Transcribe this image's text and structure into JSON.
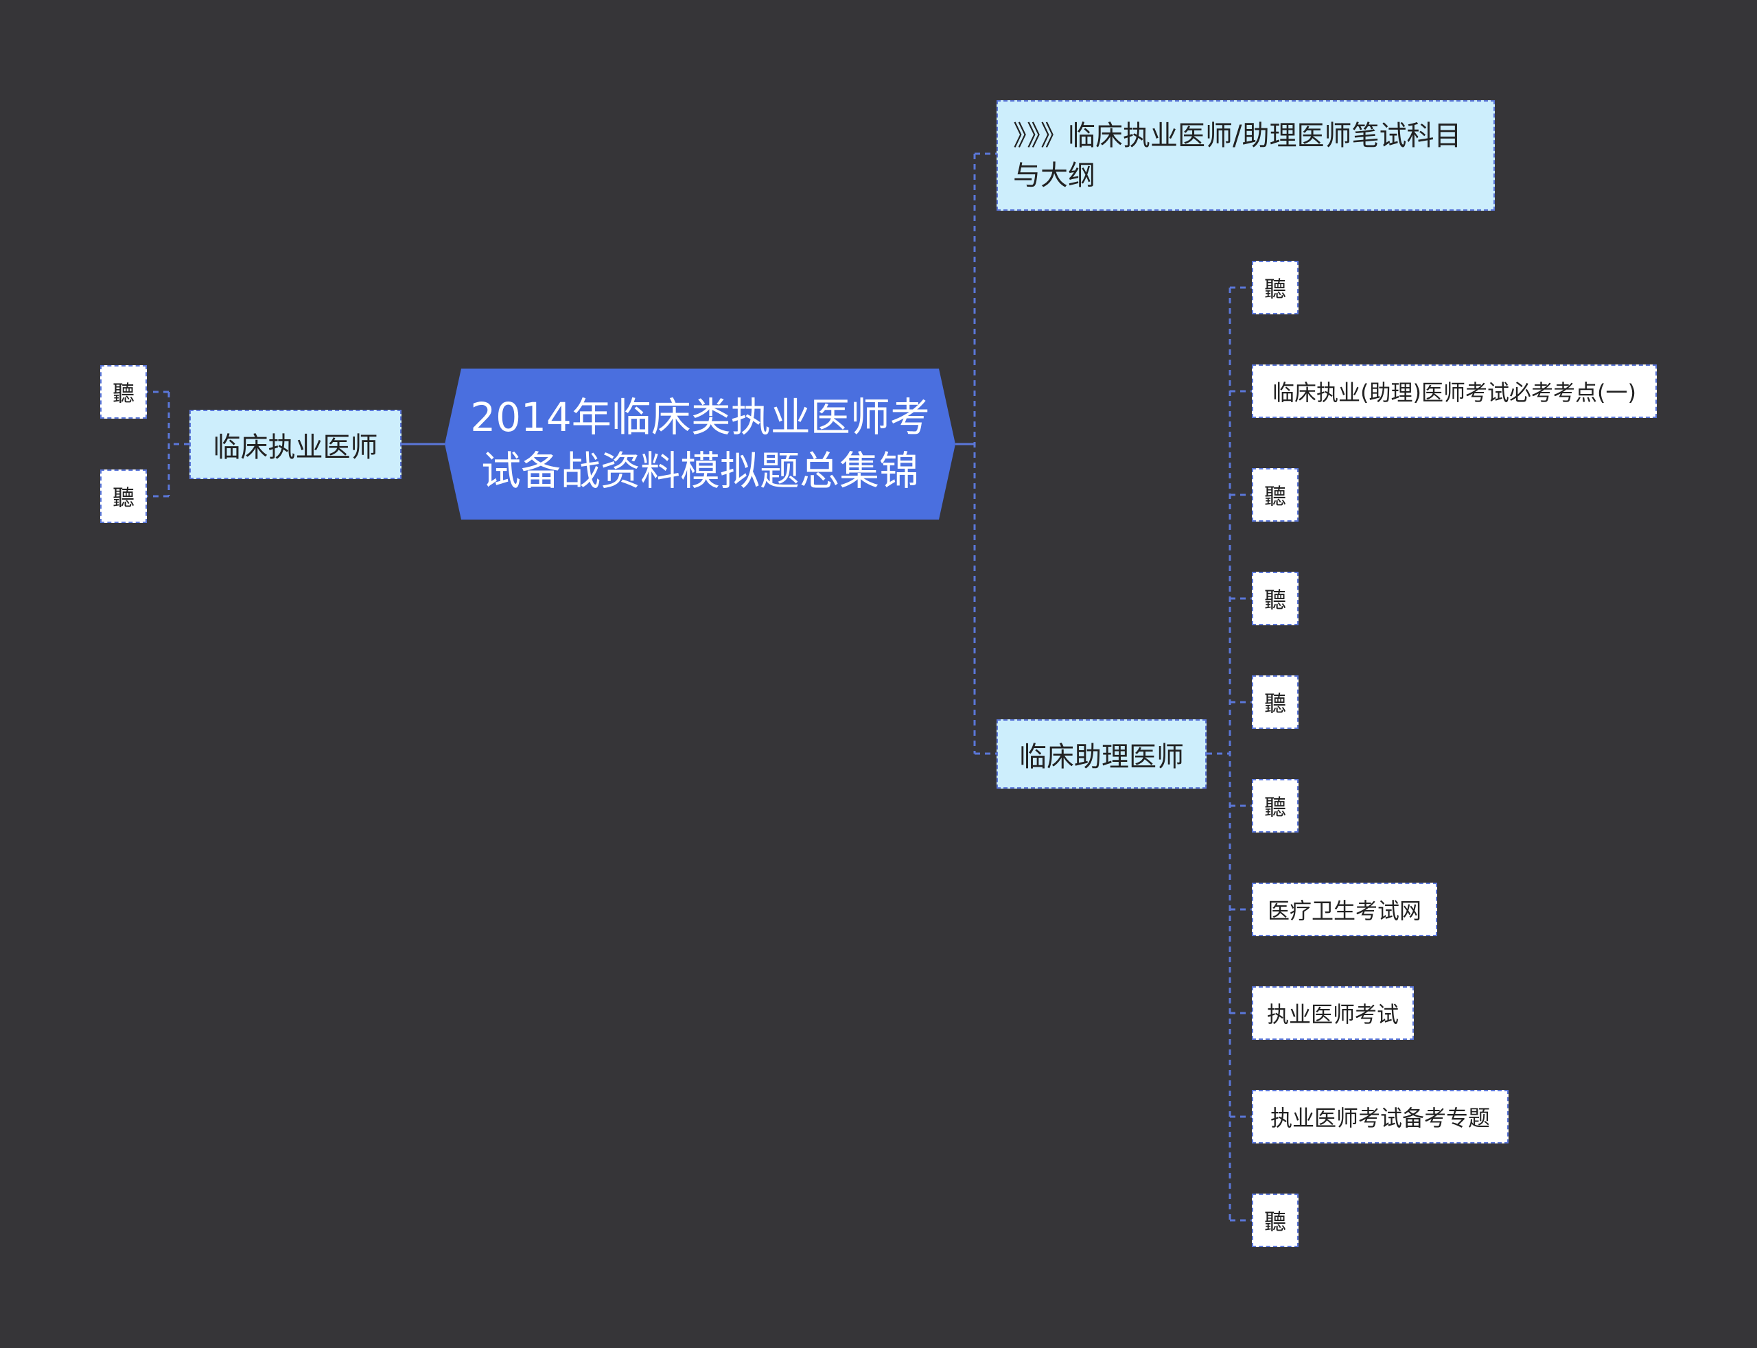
{
  "root": {
    "title": "2014年临床类执业医师考试备战资料模拟题总集锦",
    "color": "#4a6fdf"
  },
  "left_branch": {
    "label": "临床执业医师",
    "leaves": [
      "聽",
      "聽"
    ]
  },
  "right_branches": [
    {
      "label": "》》》临床执业医师/助理医师笔试科目与大纲",
      "leaves": []
    },
    {
      "label": "临床助理医师",
      "leaves": [
        "聽",
        "临床执业(助理)医师考试必考考点(一)",
        "聽",
        "聽",
        "聽",
        "聽",
        "医疗卫生考试网",
        "执业医师考试",
        "执业医师考试备考专题",
        "聽"
      ]
    }
  ],
  "colors": {
    "background": "#363538",
    "connector": "#5b77d9",
    "branch_fill": "#cdeefc",
    "leaf_fill": "#ffffff"
  }
}
